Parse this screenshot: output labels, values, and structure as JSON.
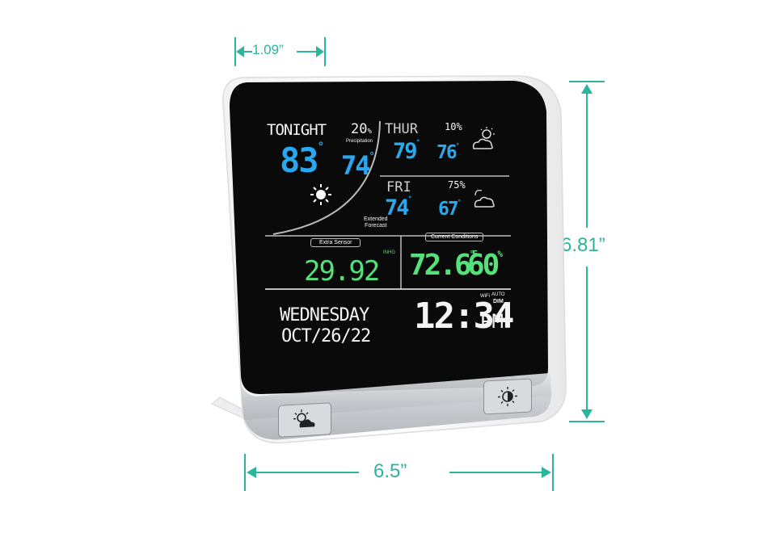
{
  "dimensions": {
    "depth": "1.09”",
    "height": "6.81”",
    "width": "6.5”",
    "accent_color": "#2bb59b"
  },
  "display": {
    "tonight": {
      "label": "TONIGHT",
      "precip_value": "20",
      "precip_unit": "%",
      "precip_label": "Precipitation",
      "high": "83",
      "low": "74",
      "icon": "sun-icon"
    },
    "thursday": {
      "label": "THUR",
      "precip": "10%",
      "high": "79",
      "low": "76",
      "icon": "partly-cloudy-icon"
    },
    "friday": {
      "label": "FRI",
      "precip": "75%",
      "high": "74",
      "low": "67",
      "icon": "partly-cloudy-icon"
    },
    "extended_forecast": [
      "Extended",
      "Forecast"
    ],
    "extra_sensor": {
      "label": "Extra Sensor",
      "pressure": "29.92",
      "pressure_unit": "INHG"
    },
    "current_conditions": {
      "label": "Current Conditions",
      "temperature": "72.6",
      "temp_unit": "°F",
      "humidity": "60",
      "humidity_unit": "%"
    },
    "date": {
      "weekday": "WEDNESDAY",
      "date": "OCT/26/22"
    },
    "time": {
      "time": "12:34",
      "ampm": "PM",
      "wifi": "WiFi",
      "auto": "AUTO",
      "dim": "DIM"
    },
    "colors": {
      "blue": "#29a8f0",
      "green": "#55e07a",
      "white": "#f4f4f4",
      "screen": "#050505"
    }
  },
  "buttons": {
    "left_icon": "sun-cloud-icon",
    "right_icon": "brightness-icon"
  }
}
